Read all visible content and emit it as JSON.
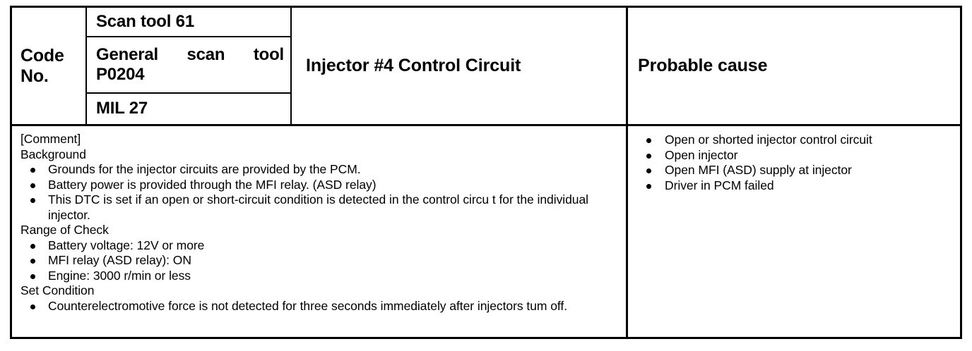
{
  "table": {
    "header": {
      "code_no_label": "Code\nNo.",
      "code_no_line1": "Code",
      "code_no_line2": "No.",
      "scan_tool_label": "Scan tool 61",
      "general_scan_tool_line1": "General scan tool",
      "general_scan_tool_line2": "P0204",
      "mil_label": "MIL 27",
      "circuit_title": "Injector #4 Control Circuit",
      "probable_cause_title": "Probable cause"
    },
    "comment": {
      "heading": "[Comment]",
      "sections": [
        {
          "label": "Background",
          "bullets": [
            "Grounds for the injector circuits are provided by the PCM.",
            "Battery power is provided through the MFI relay. (ASD relay)",
            "This DTC is set if an open or short-circuit condition is detected in the control circu t for the individual injector."
          ]
        },
        {
          "label": "Range of Check",
          "bullets": [
            "Battery voltage: 12V or more",
            "MFI relay (ASD relay): ON",
            "Engine: 3000 r/min or less"
          ]
        },
        {
          "label": "Set Condition",
          "bullets": [
            "Counterelectromotive force is not detected for three seconds immediately after injectors tum off."
          ]
        }
      ]
    },
    "probable_causes": [
      "Open or shorted injector control circuit",
      "Open injector",
      "Open MFI (ASD) supply at injector",
      "Driver in PCM failed"
    ]
  },
  "colors": {
    "ink": "#000000",
    "paper": "#ffffff"
  }
}
